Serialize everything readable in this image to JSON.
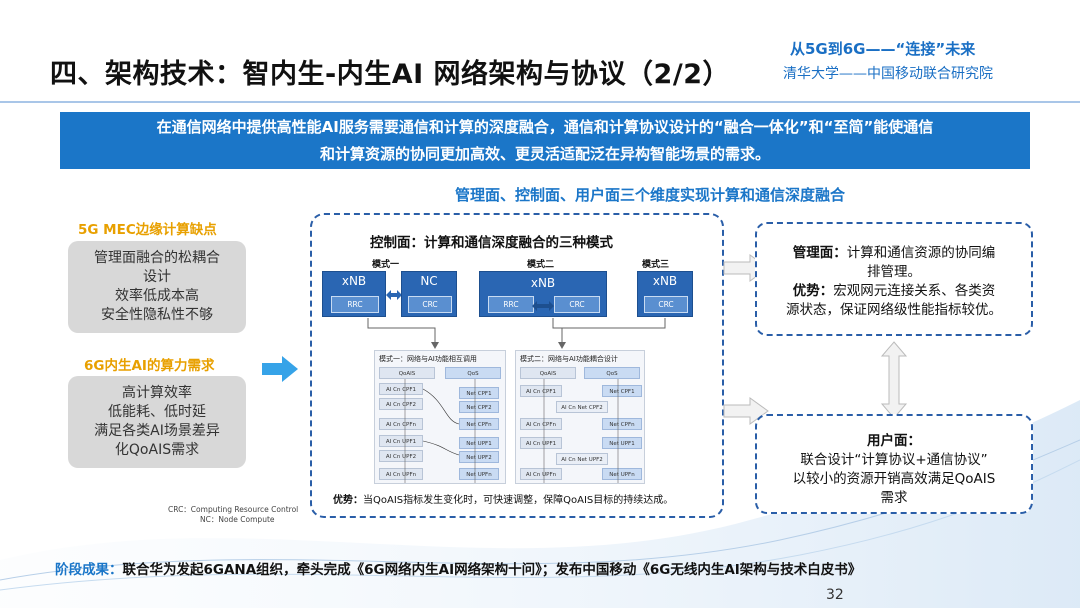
{
  "header": {
    "title": "四、架构技术：智内生-内生AI 网络架构与协议（2/2）",
    "brand_line1": "从5G到6G——“连接”未来",
    "brand_line2": "清华大学——中国移动联合研究院"
  },
  "banner": {
    "line1": "在通信网络中提供高性能AI服务需要通信和计算的深度融合，通信和计算协议设计的“融合一体化”和“至简”能使通信",
    "line2": "和计算资源的协同更加高效、更灵活适配泛在异构智能场景的需求。"
  },
  "subheading": "管理面、控制面、用户面三个维度实现计算和通信深度融合",
  "left": {
    "mec_label": "5G MEC边缘计算缺点",
    "mec_items": [
      "管理面融合的松耦合",
      "设计",
      "效率低成本高",
      "安全性隐私性不够"
    ],
    "ai_label": "6G内生AI的算力需求",
    "ai_items": [
      "高计算效率",
      "低能耗、低时延",
      "满足各类AI场景差异",
      "化QoAIS需求"
    ]
  },
  "control_plane": {
    "title": "控制面：计算和通信深度融合的三种模式",
    "mode1": "模式一",
    "mode2": "模式二",
    "mode3": "模式三",
    "m1_xnb": "xNB",
    "m1_rrc": "RRC",
    "m1_nc": "NC",
    "m1_crc": "CRC",
    "m2_xnb": "xNB",
    "m2_rrc": "RRC",
    "m2_crc": "CRC",
    "m3_xnb": "xNB",
    "m3_crc": "CRC",
    "diag1": {
      "title": "模式一：网络与AI功能相互调用",
      "qoais": "QoAIS",
      "qos": "QoS",
      "left_cells": [
        "AI Cn CPF1",
        "AI Cn CPF2",
        "AI Cn CPFn",
        "AI Cn UPF1",
        "AI Cn UPF2",
        "AI Cn UPFn"
      ],
      "right_cells": [
        "Net CPF1",
        "Net CPF2",
        "Net CPFn",
        "Net UPF1",
        "Net UPF2",
        "Net UPFn"
      ]
    },
    "diag2": {
      "title": "模式二：网络与AI功能耦合设计",
      "qoais": "QoAIS",
      "qos": "QoS",
      "left_cells": [
        "AI Cn CPF1",
        "AI Cn CPFn",
        "AI Cn UPF1",
        "AI Cn UPFn"
      ],
      "right_cells": [
        "Net CPF1",
        "Net CPFn",
        "Net UPF1",
        "Net UPFn"
      ],
      "mid_cells": [
        "AI Cn Net CPF2",
        "AI Cn Net UPF2"
      ]
    },
    "advantage_label": "优势：",
    "advantage_text": "当QoAIS指标发生变化时，可快速调整，保障QoAIS目标的持续达成。"
  },
  "management": {
    "label": "管理面：",
    "line1": "计算和通信资源的协同编",
    "line2": "排管理。",
    "adv_label": "优势：",
    "adv_line1": "宏观网元连接关系、各类资",
    "adv_line2": "源状态，保证网络级性能指标较优。"
  },
  "user_plane": {
    "label": "用户面：",
    "line1": "联合设计“计算协议+通信协议”",
    "line2": "以较小的资源开销高效满足QoAIS",
    "line3": "需求"
  },
  "footnotes": {
    "crc": "CRC：Computing Resource Control",
    "nc": "NC：Node Compute"
  },
  "achievement": {
    "lead": "阶段成果：",
    "text": "联合华为发起6GANA组织，牵头完成《6G网络内生AI网络架构十问》；发布中国移动《6G无线内生AI架构与技术白皮书》"
  },
  "page_number": "32",
  "colors": {
    "accent_blue": "#1b76c8",
    "label_orange": "#e8a000",
    "node_blue": "#2a66b3"
  }
}
